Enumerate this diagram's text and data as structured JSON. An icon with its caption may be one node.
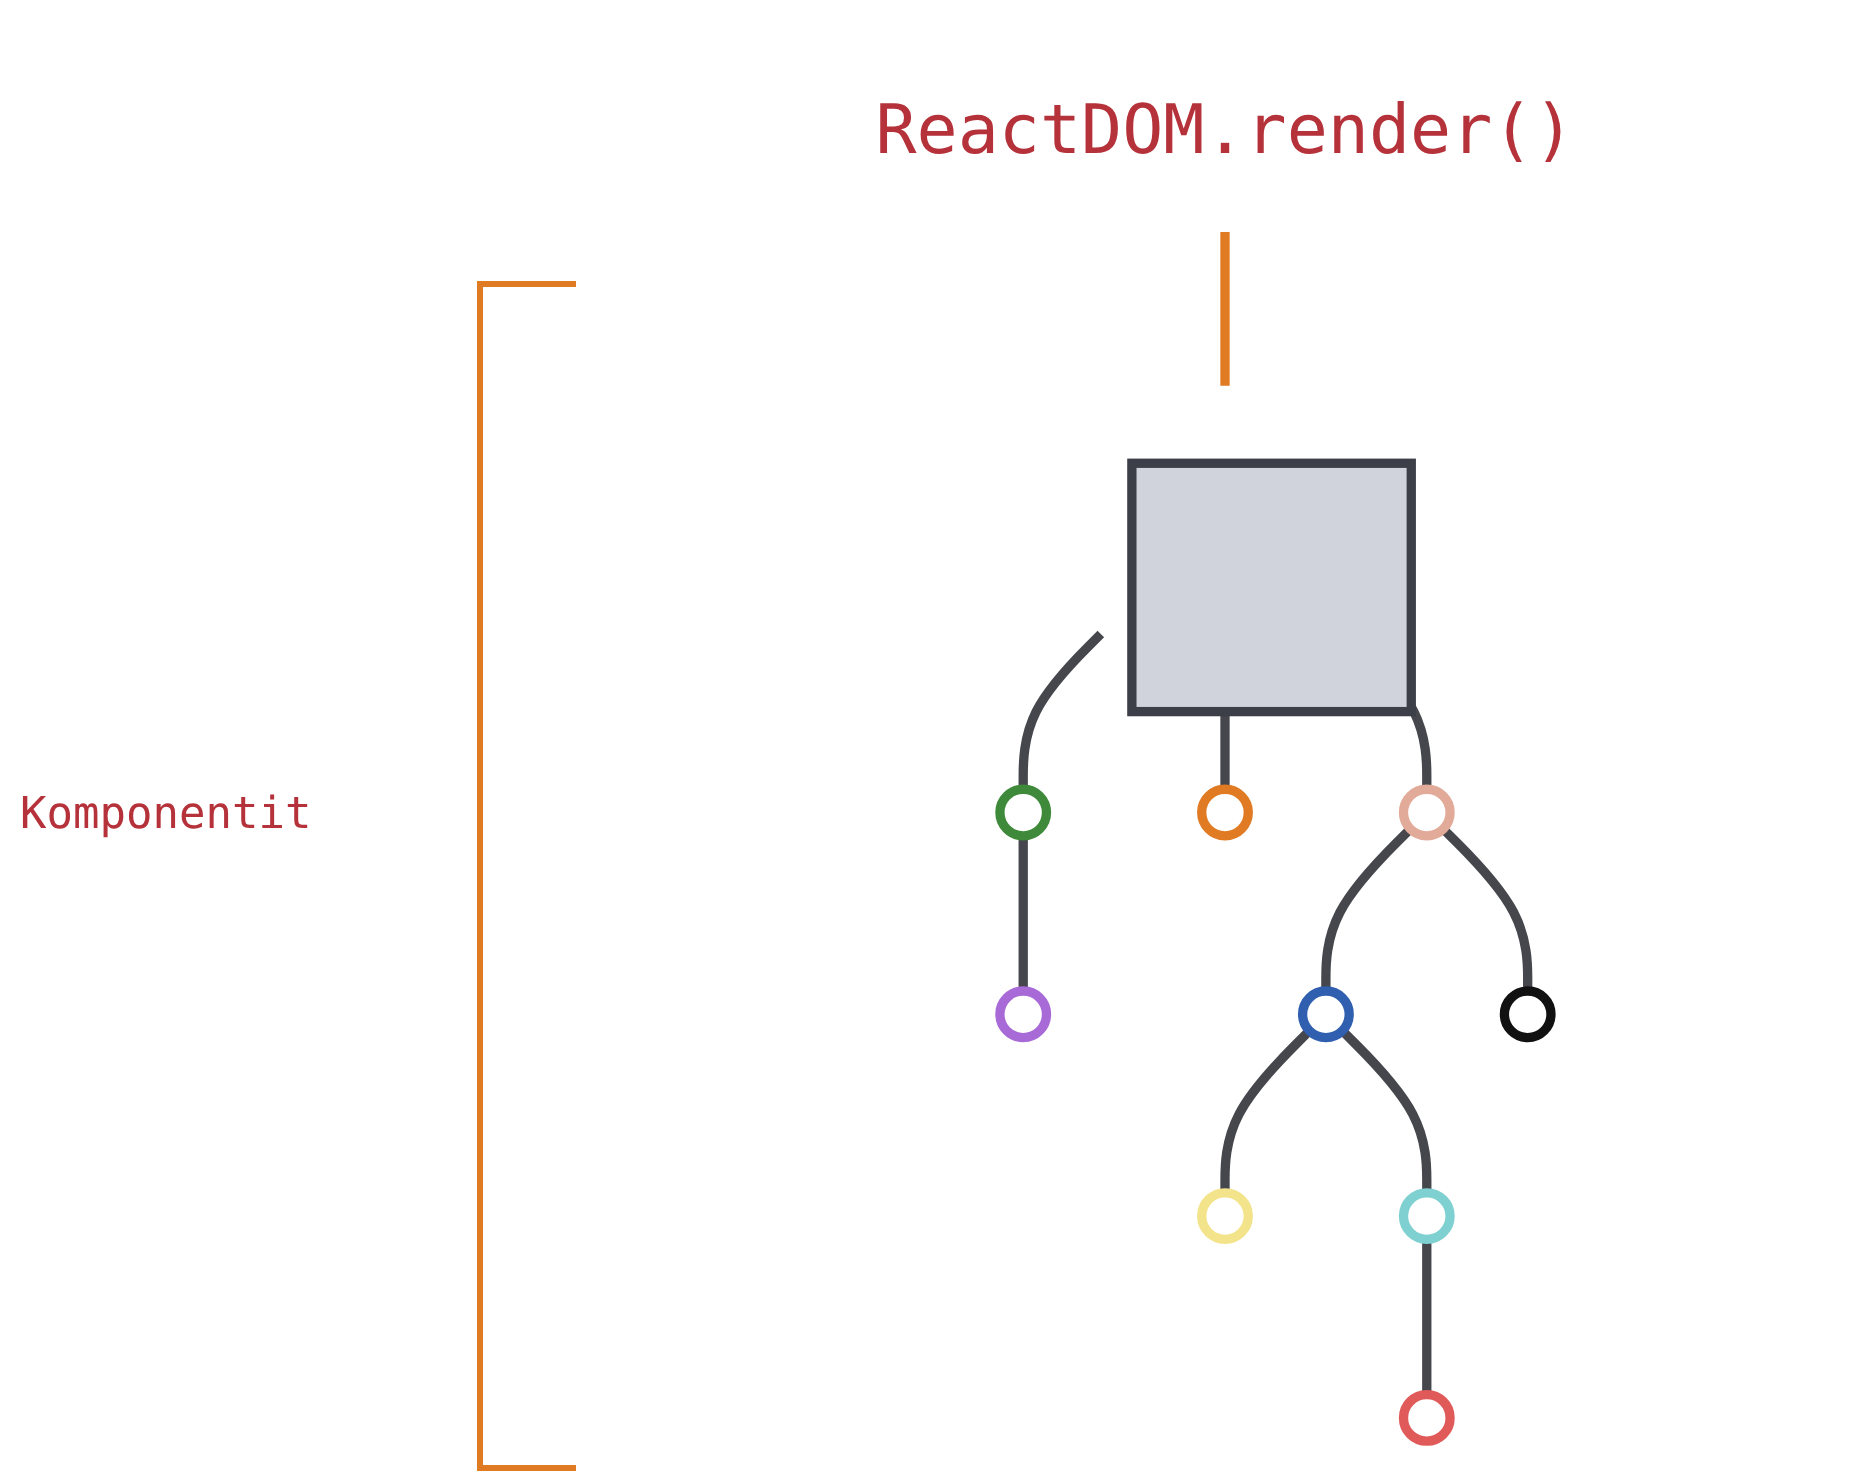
{
  "diagram": {
    "nodes": [
      {
        "text": [],
        "shape": "box"
      },
      {
        "text": [],
        "shape": "circle"
      },
      {
        "text": [],
        "shape": "circle"
      },
      {
        "text": [],
        "shape": "circle"
      },
      {
        "text": [],
        "shape": "circle"
      },
      {
        "text": [],
        "shape": "circle"
      },
      {
        "text": [],
        "shape": "circle"
      },
      {
        "text": [],
        "shape": "circle"
      },
      {
        "text": [],
        "shape": "circle"
      },
      {
        "text": [],
        "shape": "circle"
      },
      {
        "text": [
          "ReactDOM.render()"
        ]
      }
    ],
    "edges": [
      {
        "from": 0,
        "to": 1,
        "arrow": "none"
      },
      {
        "from": 0,
        "to": 2,
        "arrow": "none"
      },
      {
        "from": 0,
        "to": 3,
        "arrow": "none"
      },
      {
        "from": 1,
        "to": 4,
        "arrow": "none"
      },
      {
        "from": 3,
        "to": 5,
        "arrow": "none"
      },
      {
        "from": 3,
        "to": 6,
        "arrow": "none"
      },
      {
        "from": 5,
        "to": 7,
        "arrow": "none"
      },
      {
        "from": 5,
        "to": 8,
        "arrow": "none"
      },
      {
        "from": 8,
        "to": 9,
        "arrow": "none"
      },
      {
        "from": 10,
        "to": 0,
        "arrow": "none",
        "color": "#e07b24"
      }
    ],
    "labels": [
      "Komponentit"
    ]
  }
}
